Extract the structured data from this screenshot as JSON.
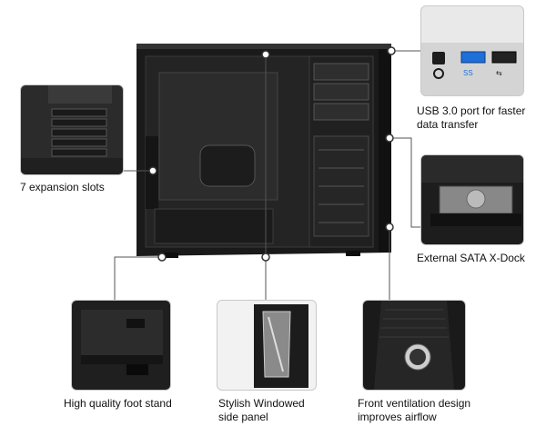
{
  "features": {
    "expansion": {
      "label": "7 expansion slots"
    },
    "usb": {
      "line1": "USB 3.0 port for faster",
      "line2": "data transfer"
    },
    "xdock": {
      "label": "External SATA X-Dock"
    },
    "foot": {
      "label": "High quality foot stand"
    },
    "window": {
      "line1": "Stylish Windowed",
      "line2": "side panel"
    },
    "vent": {
      "line1": "Front ventilation design",
      "line2": "improves airflow"
    }
  },
  "icons": [
    "usb-3-port-icon",
    "usb-2-port-icon",
    "power-button-icon",
    "logo-badge-icon"
  ],
  "colors": {
    "case_body": "#1e1e1e",
    "usb3_blue": "#1e6fd9",
    "callout_line": "#555555"
  }
}
